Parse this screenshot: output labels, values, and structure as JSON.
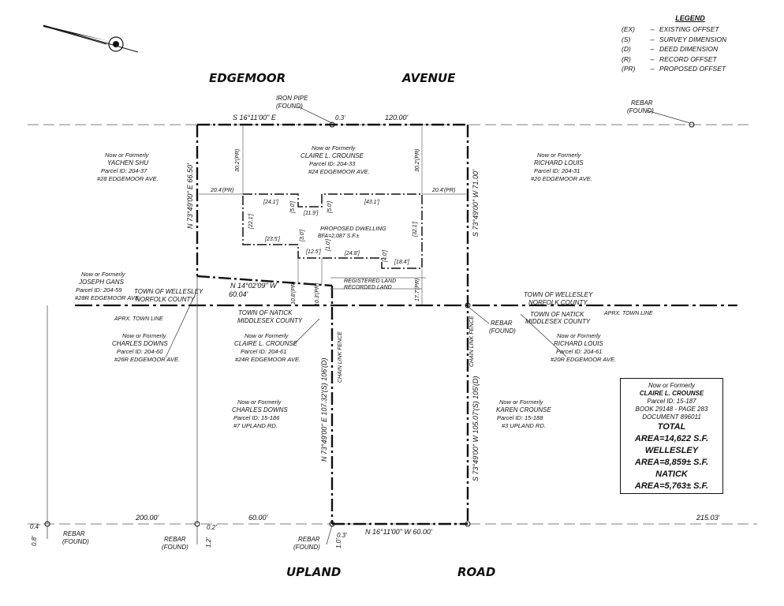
{
  "streets": {
    "top_left": "EDGEMOOR",
    "top_right": "AVENUE",
    "bottom_left": "UPLAND",
    "bottom_right": "ROAD"
  },
  "legend": {
    "title": "LEGEND",
    "items": [
      {
        "code": "(EX)",
        "label": "EXISTING OFFSET"
      },
      {
        "code": "(S)",
        "label": "SURVEY DIMENSION"
      },
      {
        "code": "(D)",
        "label": "DEED DIMENSION"
      },
      {
        "code": "(R)",
        "label": "RECORD OFFSET"
      },
      {
        "code": "(PR)",
        "label": "PROPOSED OFFSET"
      }
    ]
  },
  "area_box": {
    "now_or_formerly": "Now or Formerly",
    "owner": "CLAIRE L. CROUNSE",
    "parcel": "Parcel ID: 15-187",
    "book": "BOOK 29148 - PAGE 283",
    "document": "DOCUMENT 896011",
    "total_label": "TOTAL",
    "total_area": "AREA=14,622 S.F.",
    "wellesley_label": "WELLESLEY",
    "wellesley_area": "AREA=8,859± S.F.",
    "natick_label": "NATICK",
    "natick_area": "AREA=5,763± S.F."
  },
  "labels": {
    "iron_pipe": "IRON PIPE",
    "found": "(FOUND)",
    "rebar": "REBAR",
    "bearing_top": "S 16°11'00\" E",
    "dist_top": "120.00'",
    "offset_03": "0.3'",
    "nf": "Now or Formerly",
    "crounse_owner": "CLAIRE L. CROUNSE",
    "crounse_parcel": "Parcel ID: 204-33",
    "crounse_addr": "#24 EDGEMOOR AVE.",
    "shu_owner": "YACHEN SHU",
    "shu_parcel": "Parcel ID: 204-37",
    "shu_addr": "#28 EDGEMOOR AVE.",
    "louis_owner": "RICHARD LOUIS",
    "louis_parcel": "Parcel ID: 204-31",
    "louis_addr": "#20 EDGEMOOR AVE.",
    "gans_owner": "JOSEPH GANS",
    "gans_parcel": "Parcel ID: 204-59",
    "gans_addr": "#28R EDGEMOOR AVE.",
    "downs1_owner": "CHARLES DOWNS",
    "downs1_parcel": "Parcel ID: 204-60",
    "downs1_addr": "#26R EDGEMOOR AVE.",
    "crounse2_owner": "CLAIRE L. CROUNSE",
    "crounse2_parcel": "Parcel ID: 204-61",
    "crounse2_addr": "#24R EDGEMOOR AVE.",
    "louis2_owner": "RICHARD LOUIS",
    "louis2_parcel": "Parcel ID: 204-61",
    "louis2_addr": "#20R EDGEMOOR AVE.",
    "downs2_owner": "CHARLES DOWNS",
    "downs2_parcel": "Parcel ID: 15-186",
    "downs2_addr": "#7 UPLAND RD.",
    "karen_owner": "KAREN CROUNSE",
    "karen_parcel": "Parcel ID: 15-188",
    "karen_addr": "#3 UPLAND RD.",
    "town_wellesley": "TOWN OF WELLESLEY",
    "norfolk": "NORFOLK COUNTY",
    "town_natick": "TOWN OF NATICK",
    "middlesex": "MIDDLESEX COUNTY",
    "aprx_town_line": "APRX. TOWN LINE",
    "registered_land": "REGISTERED LAND",
    "recorded_land": "RECORDED LAND",
    "proposed_dwelling": "PROPOSED DWELLING",
    "bfa": "BFA=2,087 S.F.±",
    "left_bearing": "N 73°49'00\" E  66.50'",
    "right_bearing": "S 73°49'00\" W  71.00'",
    "mid_bearing": "N 14°02'09\" W",
    "mid_dist": "60.04'",
    "lower_left_bearing": "N 73°49'00\" E  107.32'(S) 106'(D)",
    "lower_right_bearing": "S 73°49'00\" W  105.07'(S) 105'(D)",
    "chain_link": "CHAIN LINK FENCE",
    "bottom_bearing": "N 16°11'00\" W  60.00'",
    "dist_200": "200.00'",
    "dist_60": "60.00'",
    "dist_215": "215.03'",
    "off_304pr": "30.2'(PR)",
    "off_204pr": "20.4'(PR)",
    "off_108pr": "10.8'(PR)",
    "off_103pr": "10.3'(PR)",
    "off_177pr": "17.7'(PR)",
    "off_04": "0.4'",
    "off_08": "0.8'",
    "off_02": "0.2'",
    "off_12": "1.2'",
    "off_10": "1.0'",
    "d_241": "[24.1']",
    "d_50a": "[5.0']",
    "d_119": "[11.9']",
    "d_50b": "[5.0']",
    "d_431": "[43.1']",
    "d_221": "[22.1']",
    "d_321": "[32.1']",
    "d_235": "[23.5']",
    "d_30": "[3.0']",
    "d_125": "[12.5']",
    "d_10": "[1.0']",
    "d_248": "[24.8']",
    "d_40": "[4.0']",
    "d_184": "[18.4']"
  }
}
